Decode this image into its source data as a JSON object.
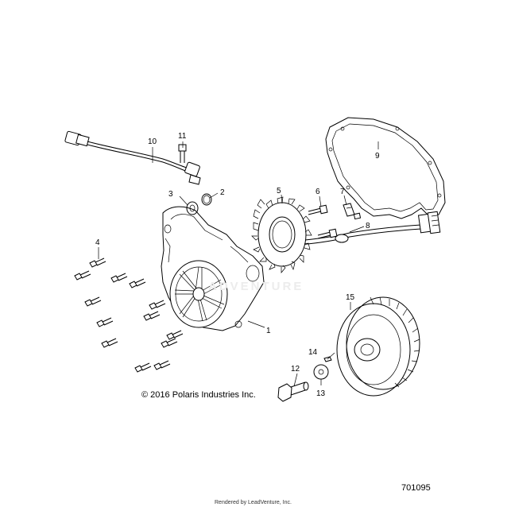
{
  "callouts": [
    {
      "id": "1",
      "label": "1"
    },
    {
      "id": "2",
      "label": "2"
    },
    {
      "id": "3",
      "label": "3"
    },
    {
      "id": "4",
      "label": "4"
    },
    {
      "id": "5",
      "label": "5"
    },
    {
      "id": "6",
      "label": "6"
    },
    {
      "id": "7",
      "label": "7"
    },
    {
      "id": "8",
      "label": "8"
    },
    {
      "id": "9",
      "label": "9"
    },
    {
      "id": "10",
      "label": "10"
    },
    {
      "id": "11",
      "label": "11"
    },
    {
      "id": "12",
      "label": "12"
    },
    {
      "id": "13",
      "label": "13"
    },
    {
      "id": "14",
      "label": "14"
    },
    {
      "id": "15",
      "label": "15"
    }
  ],
  "copyright": "© 2016 Polaris Industries Inc.",
  "diagram_id": "701095",
  "rendered_by": "Rendered by LeadVenture, Inc.",
  "watermark": "ADVENTURE",
  "colors": {
    "line": "#000000",
    "background": "#ffffff",
    "watermark": "#ececec"
  }
}
